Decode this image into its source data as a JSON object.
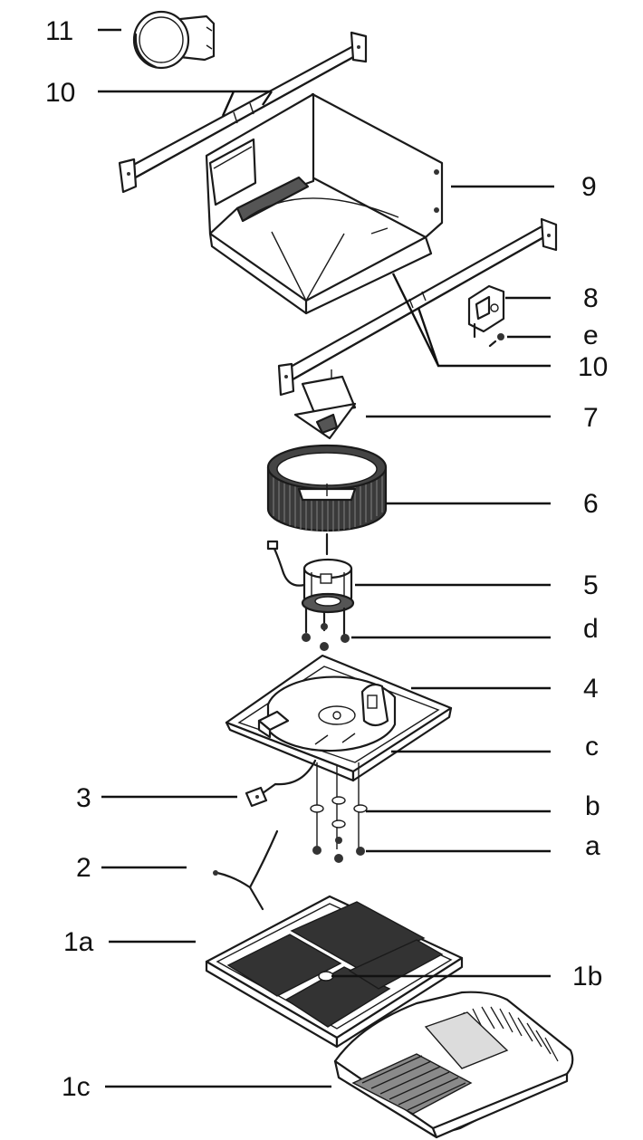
{
  "labels": {
    "p11": "11",
    "p10_top": "10",
    "p9": "9",
    "p8": "8",
    "pe": "e",
    "p10_bottom": "10",
    "p7": "7",
    "p6": "6",
    "p5": "5",
    "pd": "d",
    "p4": "4",
    "pc": "c",
    "p3": "3",
    "pb": "b",
    "pa": "a",
    "p2": "2",
    "p1a": "1a",
    "p1b": "1b",
    "p1c": "1c"
  }
}
